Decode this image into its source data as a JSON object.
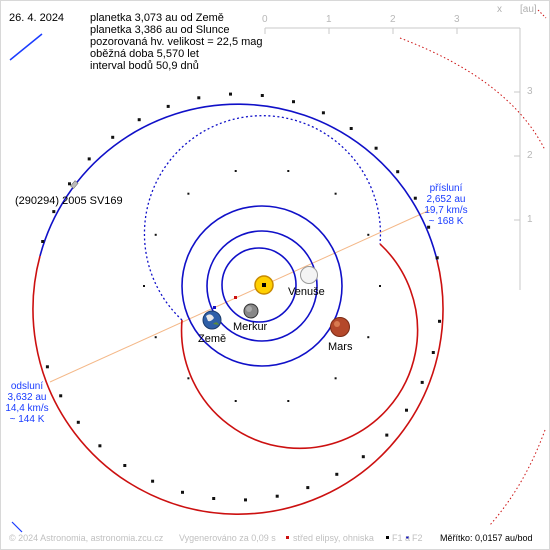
{
  "date": "26. 4. 2024",
  "info_lines": [
    "planetka 3,073 au od Země",
    "planetka 3,386 au od Slunce",
    "pozorovaná hv. velikost = 22,5 mag",
    "oběžná doba 5,570 let",
    "interval bodů 50,9 dnů"
  ],
  "asteroid_name": "(290294) 2005 SV169",
  "planets": {
    "earth": "Země",
    "mercury": "Merkur",
    "venus": "Venuše",
    "mars": "Mars"
  },
  "perihelion": {
    "title": "přísluní",
    "distance": "2,652 au",
    "speed": "19,7 km/s",
    "temp": "~ 168 K"
  },
  "aphelion": {
    "title": "odsluní",
    "distance": "3,632 au",
    "speed": "14,4 km/s",
    "temp": "~ 144 K"
  },
  "axis": {
    "x_ticks": [
      "0",
      "1",
      "2",
      "3"
    ],
    "x_label": "x",
    "y_ticks": [
      "1",
      "2",
      "3"
    ],
    "unit": "[au]"
  },
  "footer": {
    "copyright": "© 2024 Astronomia, astronomia.zcu.cz",
    "generated": "Vygenerováno za 0,09 s",
    "legend_center": "střed elipsy, ohniska",
    "legend_f1": "F1 a",
    "legend_f2": "F2",
    "scale": "Měřítko: 0,0157 au/bod"
  },
  "colors": {
    "orbit_blue": "#1010c8",
    "orbit_red": "#cc1010",
    "sun": "#ffd000",
    "apsis_line": "#f4b888",
    "grid": "#c8c8c8",
    "label_blue": "#1a3cff"
  }
}
